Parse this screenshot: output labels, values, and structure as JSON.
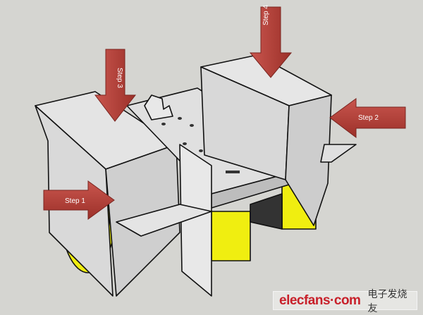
{
  "diagram": {
    "steps": [
      {
        "label": "Step 1",
        "direction": "right"
      },
      {
        "label": "Step 2",
        "direction": "left"
      },
      {
        "label": "Step 3",
        "direction": "down"
      },
      {
        "label": "Step 4",
        "direction": "down"
      }
    ],
    "colors": {
      "arrow": "#b8443d",
      "panel": "#dedede",
      "motor": "#f2f000",
      "background": "#d5d5d1"
    }
  },
  "watermark": {
    "brand": "elecfans·com",
    "chinese": "电子发烧友"
  }
}
